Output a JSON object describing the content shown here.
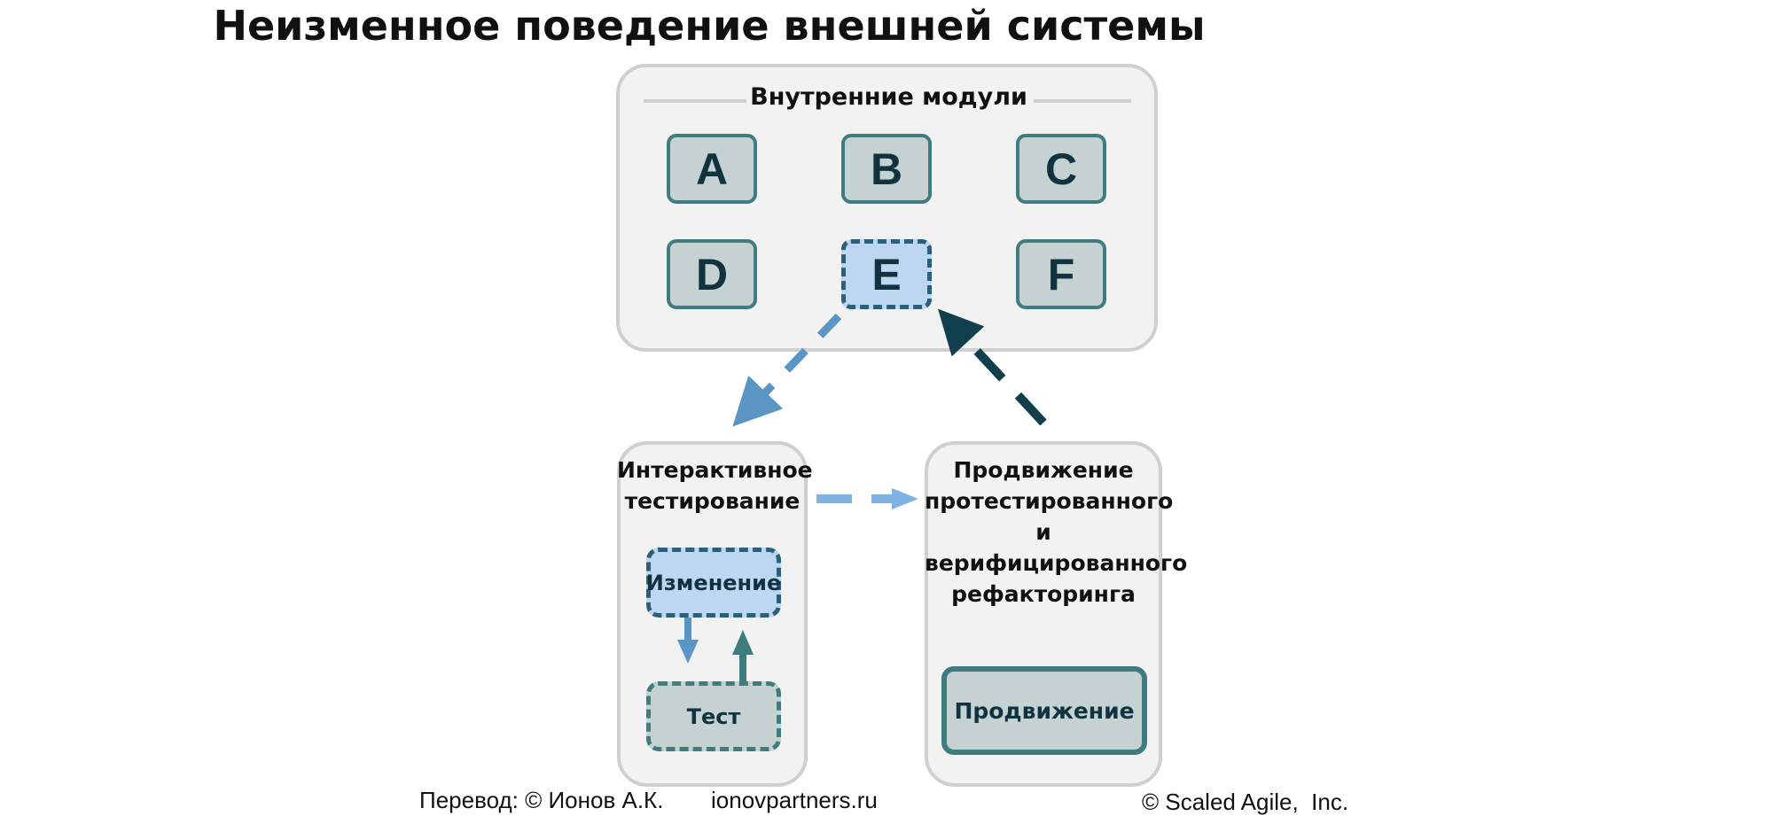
{
  "title": "Неизменное поведение внешней системы",
  "internal_modules": {
    "label": "Внутренние модули",
    "modules": [
      "A",
      "B",
      "C",
      "D",
      "E",
      "F"
    ],
    "highlighted": "E"
  },
  "interactive_testing": {
    "title_line1": "Интерактивное",
    "title_line2": "тестирование",
    "change_label": "Изменение",
    "test_label": "Тест"
  },
  "promotion": {
    "title_line1": "Продвижение",
    "title_line2": "протестированного",
    "title_line3": "и",
    "title_line4": "верифицированного",
    "title_line5": "рефакторинга",
    "button_label": "Продвижение"
  },
  "footer": {
    "translation": "Перевод: © Ионов А.К.",
    "site": "ionovpartners.ru",
    "copyright": "© Scaled Agile,  Inc."
  },
  "colors": {
    "light_blue": "#bdd6f1",
    "dark_teal": "#3f7c80",
    "navy": "#10333f",
    "arrow_blue": "#5b95c3",
    "arrow_light": "#7fb3e3",
    "arrow_dark": "#123f4e"
  }
}
